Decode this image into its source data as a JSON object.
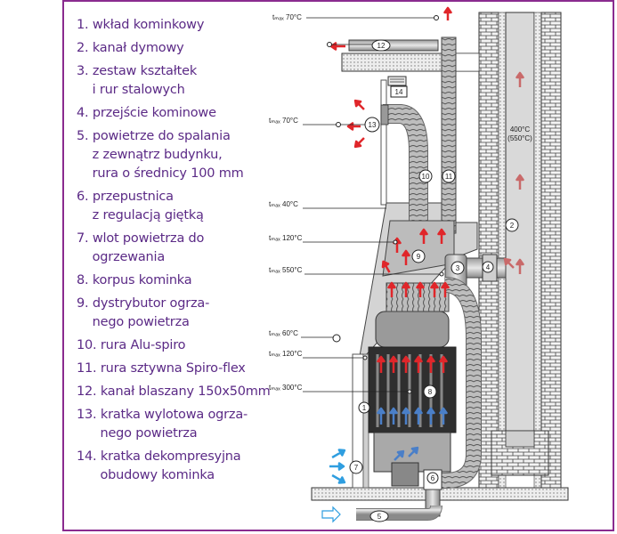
{
  "legend": [
    "1. wkład kominkowy",
    "2. kanał dymowy",
    "3. zestaw kształtek\n    i rur stalowych",
    "4. przejście kominowe",
    "5. powietrze do spalania\n    z zewnątrz budynku,\n    rura o średnicy 100 mm",
    "6. przepustnica\n    z regulacją giętką",
    "7. wlot powietrza do\n    ogrzewania",
    "8. korpus kominka",
    "9. dystrybutor ogrza-\n    nego powietrza",
    "10. rura Alu-spiro",
    "11. rura sztywna Spiro-flex",
    "12. kanał blaszany 150x50mm",
    "13. kratka wylotowa ogrza-\n      nego powietrza",
    "14. kratka dekompresyjna\n      obudowy kominka"
  ],
  "temps": [
    {
      "label": "tₘₐₓ 70°C"
    },
    {
      "label": "tₘₐₓ 70°C"
    },
    {
      "label": "tₘₐₓ 40°C"
    },
    {
      "label": "tₘₐₓ 120°C"
    },
    {
      "label": "tₘₐₓ 550°C"
    },
    {
      "label": "tₘₐₓ 60°C"
    },
    {
      "label": "tₘₐₓ 120°C"
    },
    {
      "label": "tₘₐₓ 300°C"
    }
  ],
  "chimney_temp": {
    "line1": "400°C",
    "line2": "(550°C)"
  },
  "numbers": [
    "12",
    "14",
    "13",
    "10",
    "11",
    "2",
    "9",
    "3",
    "4",
    "8",
    "1",
    "7",
    "6",
    "5"
  ],
  "colors": {
    "border": "#8a2b8f",
    "text": "#5b2a86",
    "hot_arrow": "#e0262a",
    "cold_arrow": "#4a7fc8",
    "inlet_arrow": "#2f9ee0"
  }
}
